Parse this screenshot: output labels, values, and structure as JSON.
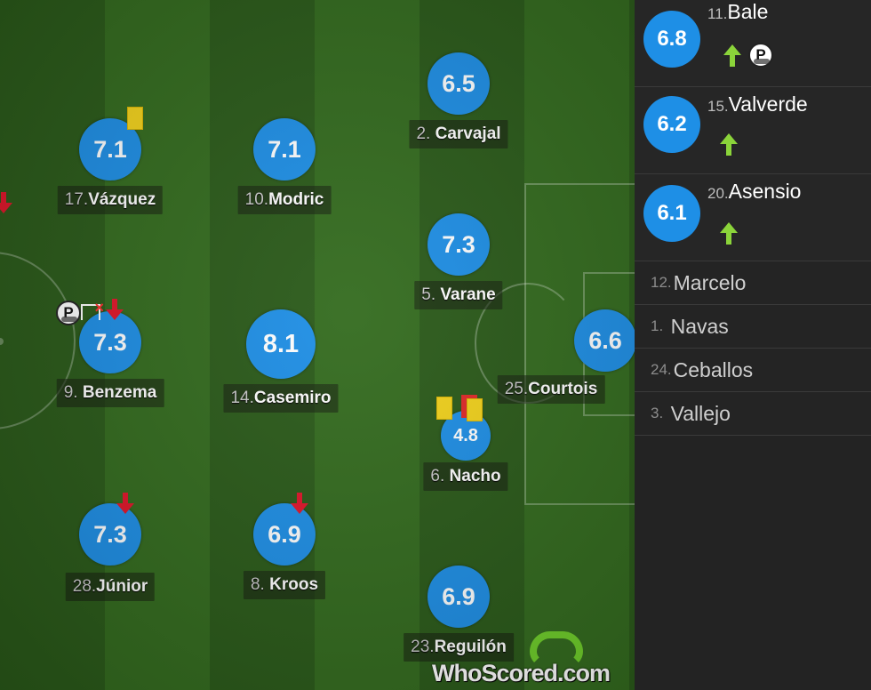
{
  "pitch_players": [
    {
      "id": "vazquez",
      "number": "17.",
      "name": "Vázquez",
      "rating": "7.1"
    },
    {
      "id": "modric",
      "number": "10.",
      "name": "Modric",
      "rating": "7.1"
    },
    {
      "id": "carvajal",
      "number": "2.",
      "name": "Carvajal",
      "rating": "6.5"
    },
    {
      "id": "benzema",
      "number": "9.",
      "name": "Benzema",
      "rating": "7.3"
    },
    {
      "id": "casemiro",
      "number": "14.",
      "name": "Casemiro",
      "rating": "8.1"
    },
    {
      "id": "varane",
      "number": "5.",
      "name": "Varane",
      "rating": "7.3"
    },
    {
      "id": "courtois",
      "number": "25.",
      "name": "Courtois",
      "rating": "6.6"
    },
    {
      "id": "nacho",
      "number": "6.",
      "name": "Nacho",
      "rating": "4.8"
    },
    {
      "id": "junior",
      "number": "28.",
      "name": "Júnior",
      "rating": "7.3"
    },
    {
      "id": "kroos",
      "number": "8.",
      "name": "Kroos",
      "rating": "6.9"
    },
    {
      "id": "reguilon",
      "number": "23.",
      "name": "Reguilón",
      "rating": "6.9"
    }
  ],
  "substitutes_used": [
    {
      "number": "11.",
      "name": "Bale",
      "rating": "6.8",
      "icons": [
        "sub-on-icon",
        "penalty-goal-icon"
      ]
    },
    {
      "number": "15.",
      "name": "Valverde",
      "rating": "6.2",
      "icons": [
        "sub-on-icon"
      ]
    },
    {
      "number": "20.",
      "name": "Asensio",
      "rating": "6.1",
      "icons": [
        "sub-on-icon"
      ]
    }
  ],
  "bench": [
    {
      "number": "12.",
      "name": "Marcelo"
    },
    {
      "number": "1.",
      "name": "Navas"
    },
    {
      "number": "24.",
      "name": "Ceballos"
    },
    {
      "number": "3.",
      "name": "Vallejo"
    }
  ],
  "logo": {
    "text": "WhoScored.com"
  },
  "icon_names": {
    "yellow_card": "yellow-card-icon",
    "red_card": "red-card-icon",
    "sub_off": "sub-off-arrow-icon",
    "sub_on": "sub-on-arrow-icon",
    "penalty_goal": "penalty-goal-icon",
    "penalty_missed": "penalty-missed-icon"
  },
  "colors": {
    "rating_bubble": "#1e8fe6",
    "sub_off_arrow": "#e0152a",
    "sub_on_arrow": "#8bd43a",
    "yellow_card": "#f2d21c",
    "red_card": "#e02828",
    "logo_accent": "#6fcf2a"
  }
}
